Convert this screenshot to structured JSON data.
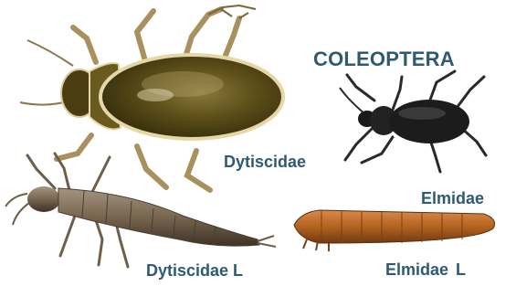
{
  "title": "COLEOPTERA",
  "labels": {
    "dytiscidae": "Dytiscidae",
    "elmidae": "Elmidae",
    "dytiscidae_larva": "Dytiscidae L",
    "elmidae_larva": "Elmidae  L"
  },
  "colors": {
    "label_text": "#2e5a73",
    "dytiscid_body": "#6b5a1e",
    "dytiscid_legs": "#b09a6a",
    "elmid_body": "#1e1e1e",
    "dytiscid_larva": "#7b6a55",
    "elmid_larva": "#b86a28"
  }
}
